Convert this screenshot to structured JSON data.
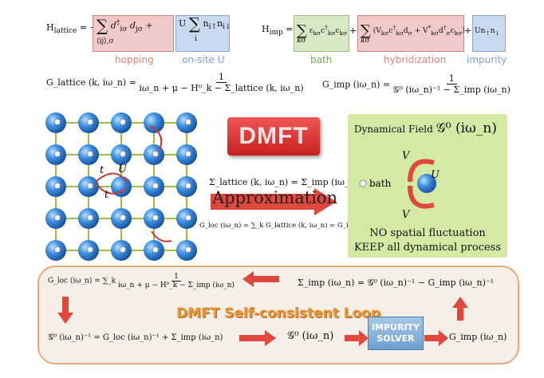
{
  "top": {
    "h_lattice": "H_lattice = −t ∑ d†_iσ d_jσ + U ∑ n_i↑ n_i↓",
    "h_lattice_lhs": "H",
    "h_lattice_sub": "lattice",
    "hopping_label": "hopping",
    "onsite_label": "on-site U",
    "h_imp_lhs": "H",
    "h_imp_sub": "imp",
    "bath_label": "bath",
    "hybridization_label": "hybridization",
    "impurity_label": "impurity",
    "g_lattice_lhs": "G_lattice (k, iω_n) =",
    "g_lattice_num": "1",
    "g_lattice_den": "iω_n + μ − H⁰_k − Σ_lattice (k, iω_n)",
    "g_imp_lhs": "G_imp (iω_n) =",
    "g_imp_num": "1",
    "g_imp_den": "𝒢⁰ (iω_n)⁻¹ − Σ_imp (iω_n)"
  },
  "middle": {
    "dmft_logo": "DMFT",
    "sigma_eq": "Σ_lattice (k, iω_n) = Σ_imp (iω_n)",
    "approximation": "Approximation",
    "g_loc_eq": "G_loc (iω_n) = ∑_k G_lattice (k, iω_n) = G_imp (iω_n)",
    "lattice_t1": "t",
    "lattice_t2": "t",
    "lattice_U": "U",
    "panel_title": "Dynamical Field",
    "panel_field": "𝒢⁰ (iω_n)",
    "panel_V_top": "V",
    "panel_V_bottom": "V",
    "panel_U": "U",
    "panel_bath": "bath",
    "panel_line1": "NO spatial fluctuation",
    "panel_line2": "KEEP all dynamical process"
  },
  "loop": {
    "title": "DMFT Self-consistent Loop",
    "g_loc_lhs": "G_loc (iω_n) = ∑_k",
    "g_loc_num": "1",
    "g_loc_den": "iω_n + μ − H⁰_k − Σ_imp (iω_n)",
    "sigma_imp_eq": "Σ_imp (iω_n) = 𝒢⁰ (iω_n)⁻¹ − G_imp (iω_n)⁻¹",
    "g0_inv_eq": "𝒢⁰ (iω_n)⁻¹ = G_loc (iω_n)⁻¹ + Σ_imp (iω_n)",
    "g0": "𝒢⁰ (iω_n)",
    "solver_line1": "IMPURITY",
    "solver_line2": "SOLVER",
    "g_imp": "G_imp (iω_n)"
  },
  "colors": {
    "pink_box": "#f2c9c9",
    "blue_box": "#c9d9ef",
    "green_box": "#d6e8c4",
    "arrow_red": "#e0483e",
    "loop_border": "#e9a77c",
    "panel_green": "#d4eaa4"
  }
}
